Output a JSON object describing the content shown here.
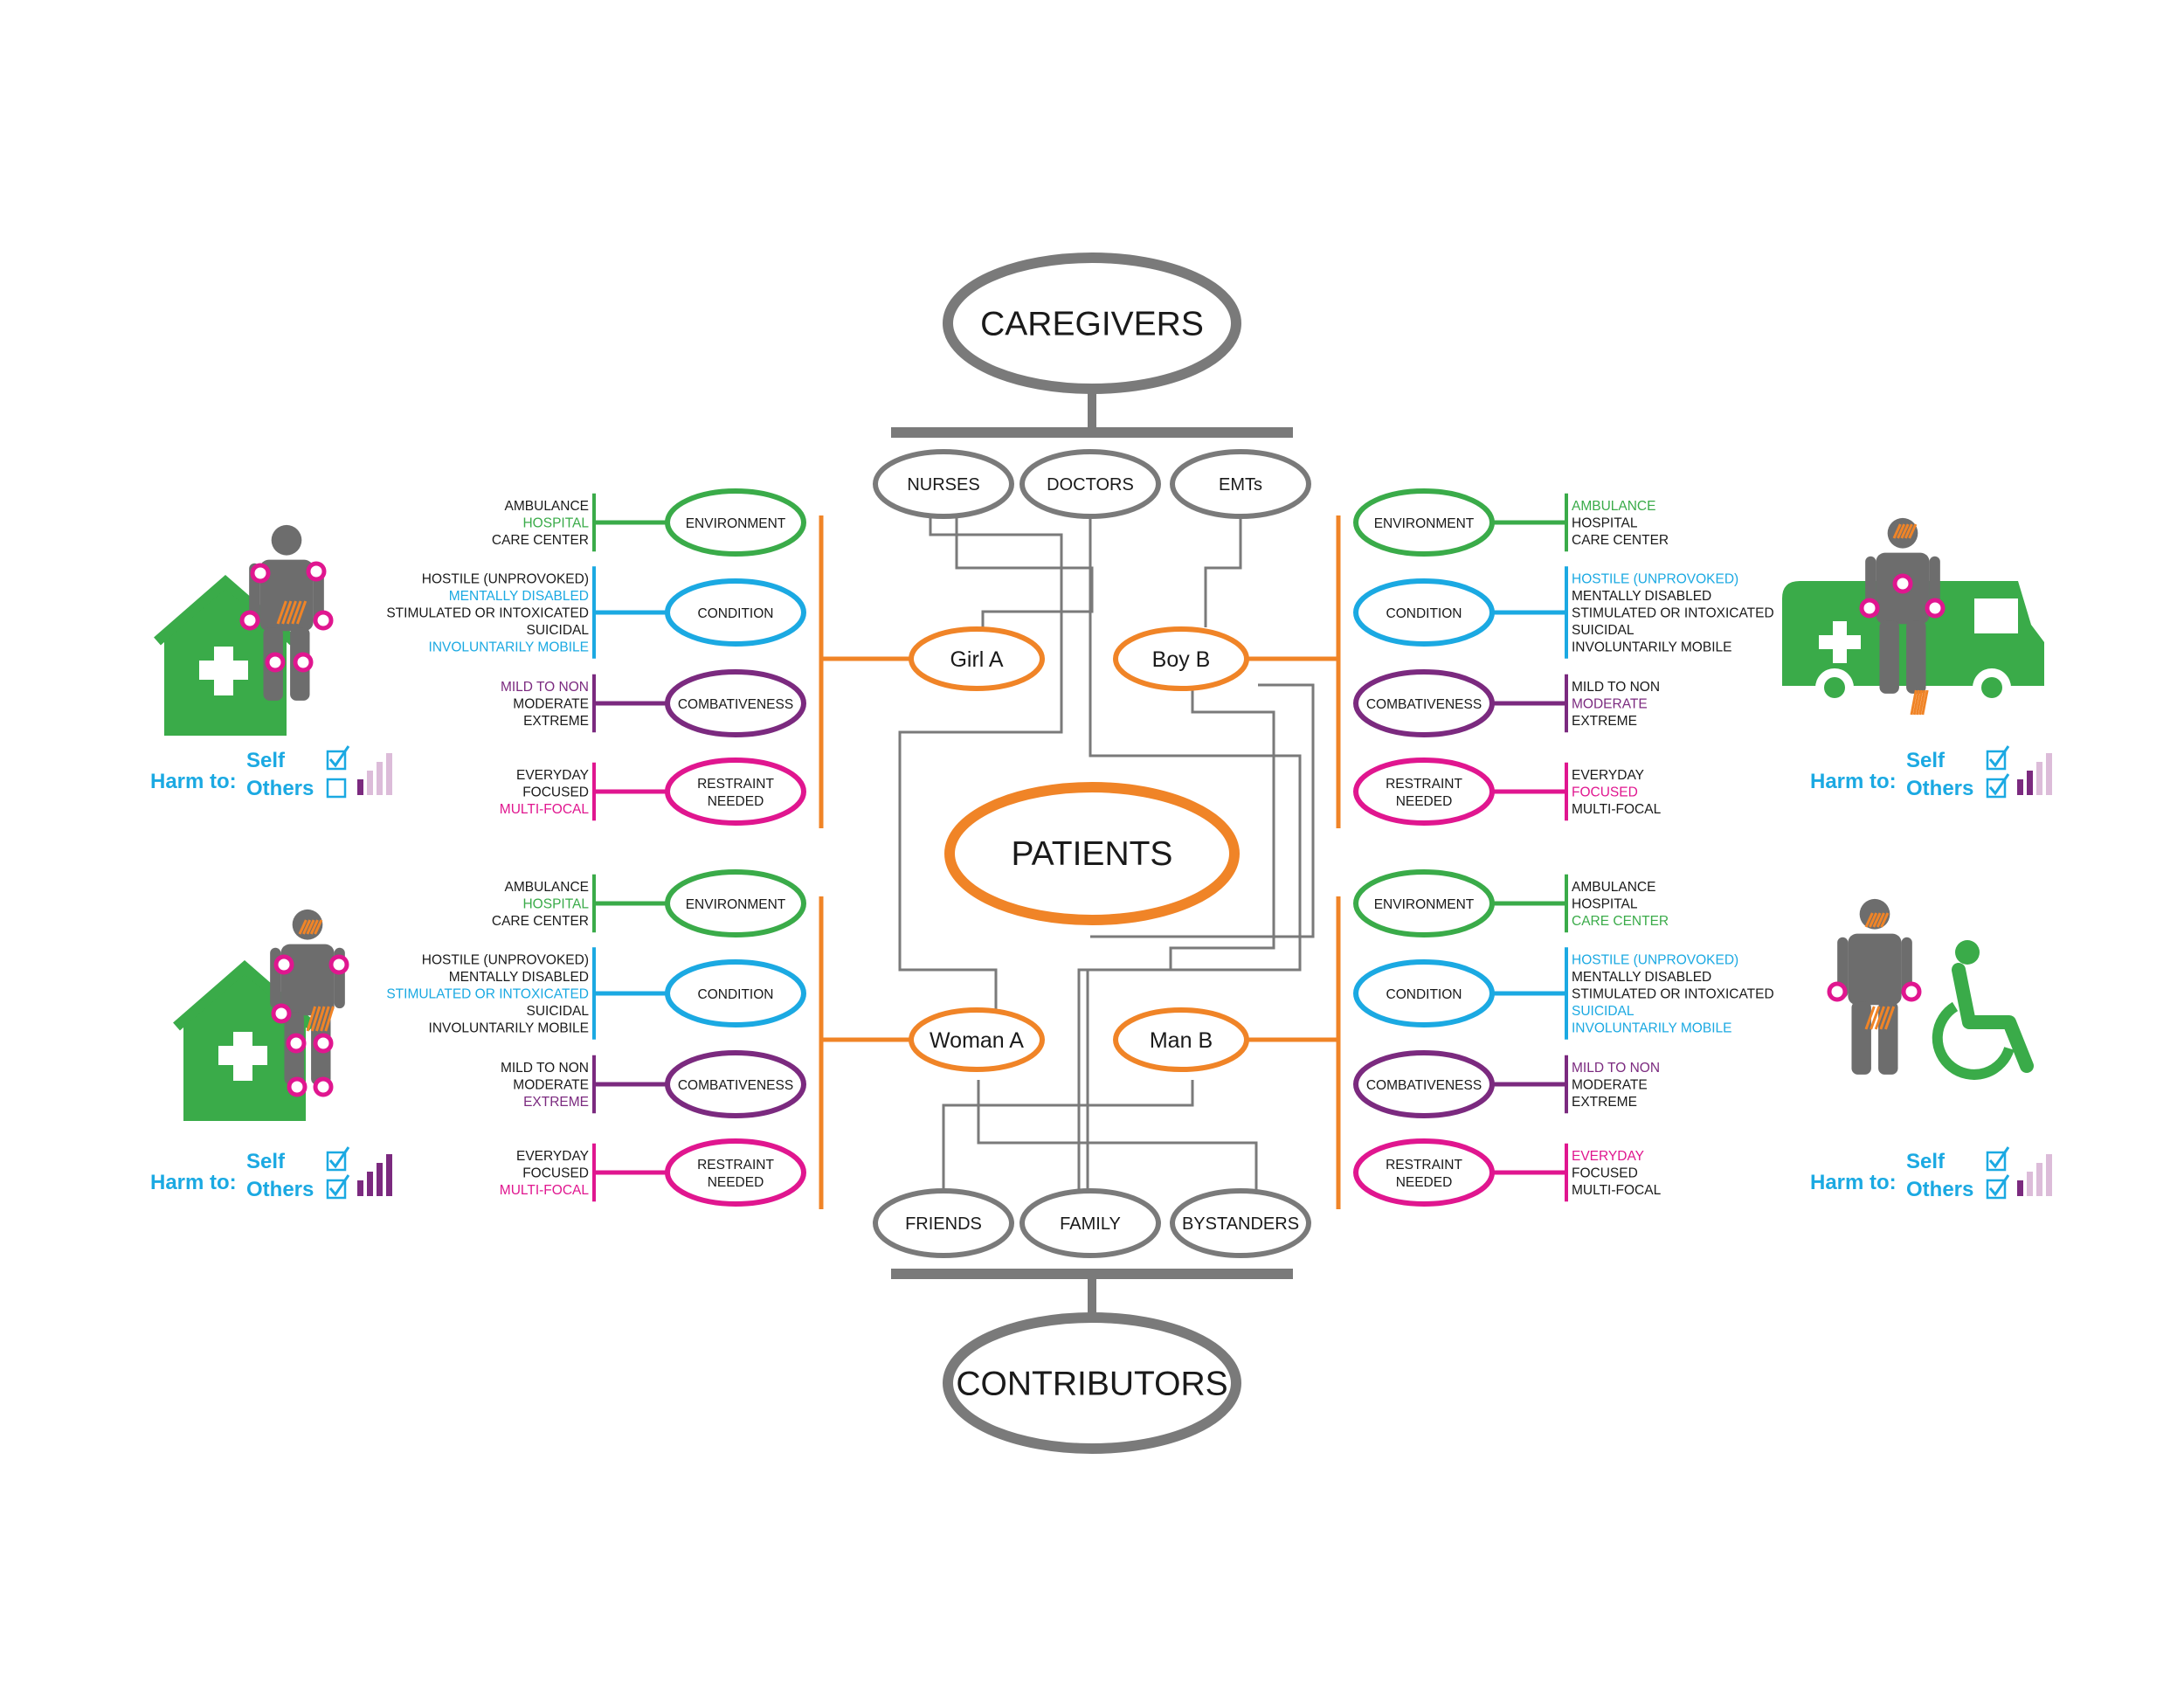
{
  "colors": {
    "gray": "#7a7a7a",
    "dark_gray": "#6d6d6d",
    "orange": "#f08427",
    "green": "#3aab49",
    "blue": "#1ba9e2",
    "purple": "#7b2a7f",
    "pink": "#e0168f",
    "joint_ring": "#e0168f",
    "text": "#1a1a1a"
  },
  "hubs": {
    "caregivers": "CAREGIVERS",
    "patients": "PATIENTS",
    "contributors": "CONTRIBUTORS"
  },
  "caregivers": [
    "NURSES",
    "DOCTORS",
    "EMTs"
  ],
  "contributors": [
    "FRIENDS",
    "FAMILY",
    "BYSTANDERS"
  ],
  "categories": {
    "environment": "ENVIRONMENT",
    "condition": "CONDITION",
    "combativeness": "COMBATIVENESS",
    "restraint": [
      "RESTRAINT",
      "NEEDED"
    ]
  },
  "options": {
    "environment": [
      "AMBULANCE",
      "HOSPITAL",
      "CARE CENTER"
    ],
    "condition": [
      "HOSTILE (UNPROVOKED)",
      "MENTALLY DISABLED",
      "STIMULATED OR INTOXICATED",
      "SUICIDAL",
      "INVOLUNTARILY MOBILE"
    ],
    "combativeness": [
      "MILD TO NON",
      "MODERATE",
      "EXTREME"
    ],
    "restraint": [
      "EVERYDAY",
      "FOCUSED",
      "MULTI-FOCAL"
    ]
  },
  "harm": {
    "label": "Harm to:",
    "self": "Self",
    "others": "Others"
  },
  "patients": [
    {
      "name": "Girl A",
      "side": "left",
      "scenario_icon": "hospital-icon",
      "selected": {
        "environment": [
          1
        ],
        "condition": [
          1,
          4
        ],
        "combativeness": [
          0
        ],
        "restraint": [
          2
        ]
      },
      "harm_self": true,
      "harm_others": false,
      "severity_level": 1
    },
    {
      "name": "Boy B",
      "side": "right",
      "scenario_icon": "ambulance-icon",
      "selected": {
        "environment": [
          0
        ],
        "condition": [
          0
        ],
        "combativeness": [
          1
        ],
        "restraint": [
          1
        ]
      },
      "harm_self": true,
      "harm_others": true,
      "severity_level": 2
    },
    {
      "name": "Woman A",
      "side": "left",
      "scenario_icon": "hospital-icon",
      "selected": {
        "environment": [
          1
        ],
        "condition": [
          2
        ],
        "combativeness": [
          2
        ],
        "restraint": [
          2
        ]
      },
      "harm_self": true,
      "harm_others": true,
      "severity_level": 4
    },
    {
      "name": "Man B",
      "side": "right",
      "scenario_icon": "wheelchair-icon",
      "selected": {
        "environment": [
          2
        ],
        "condition": [
          0,
          3,
          4
        ],
        "combativeness": [
          0
        ],
        "restraint": [
          0
        ]
      },
      "harm_self": true,
      "harm_others": true,
      "severity_level": 1
    }
  ]
}
